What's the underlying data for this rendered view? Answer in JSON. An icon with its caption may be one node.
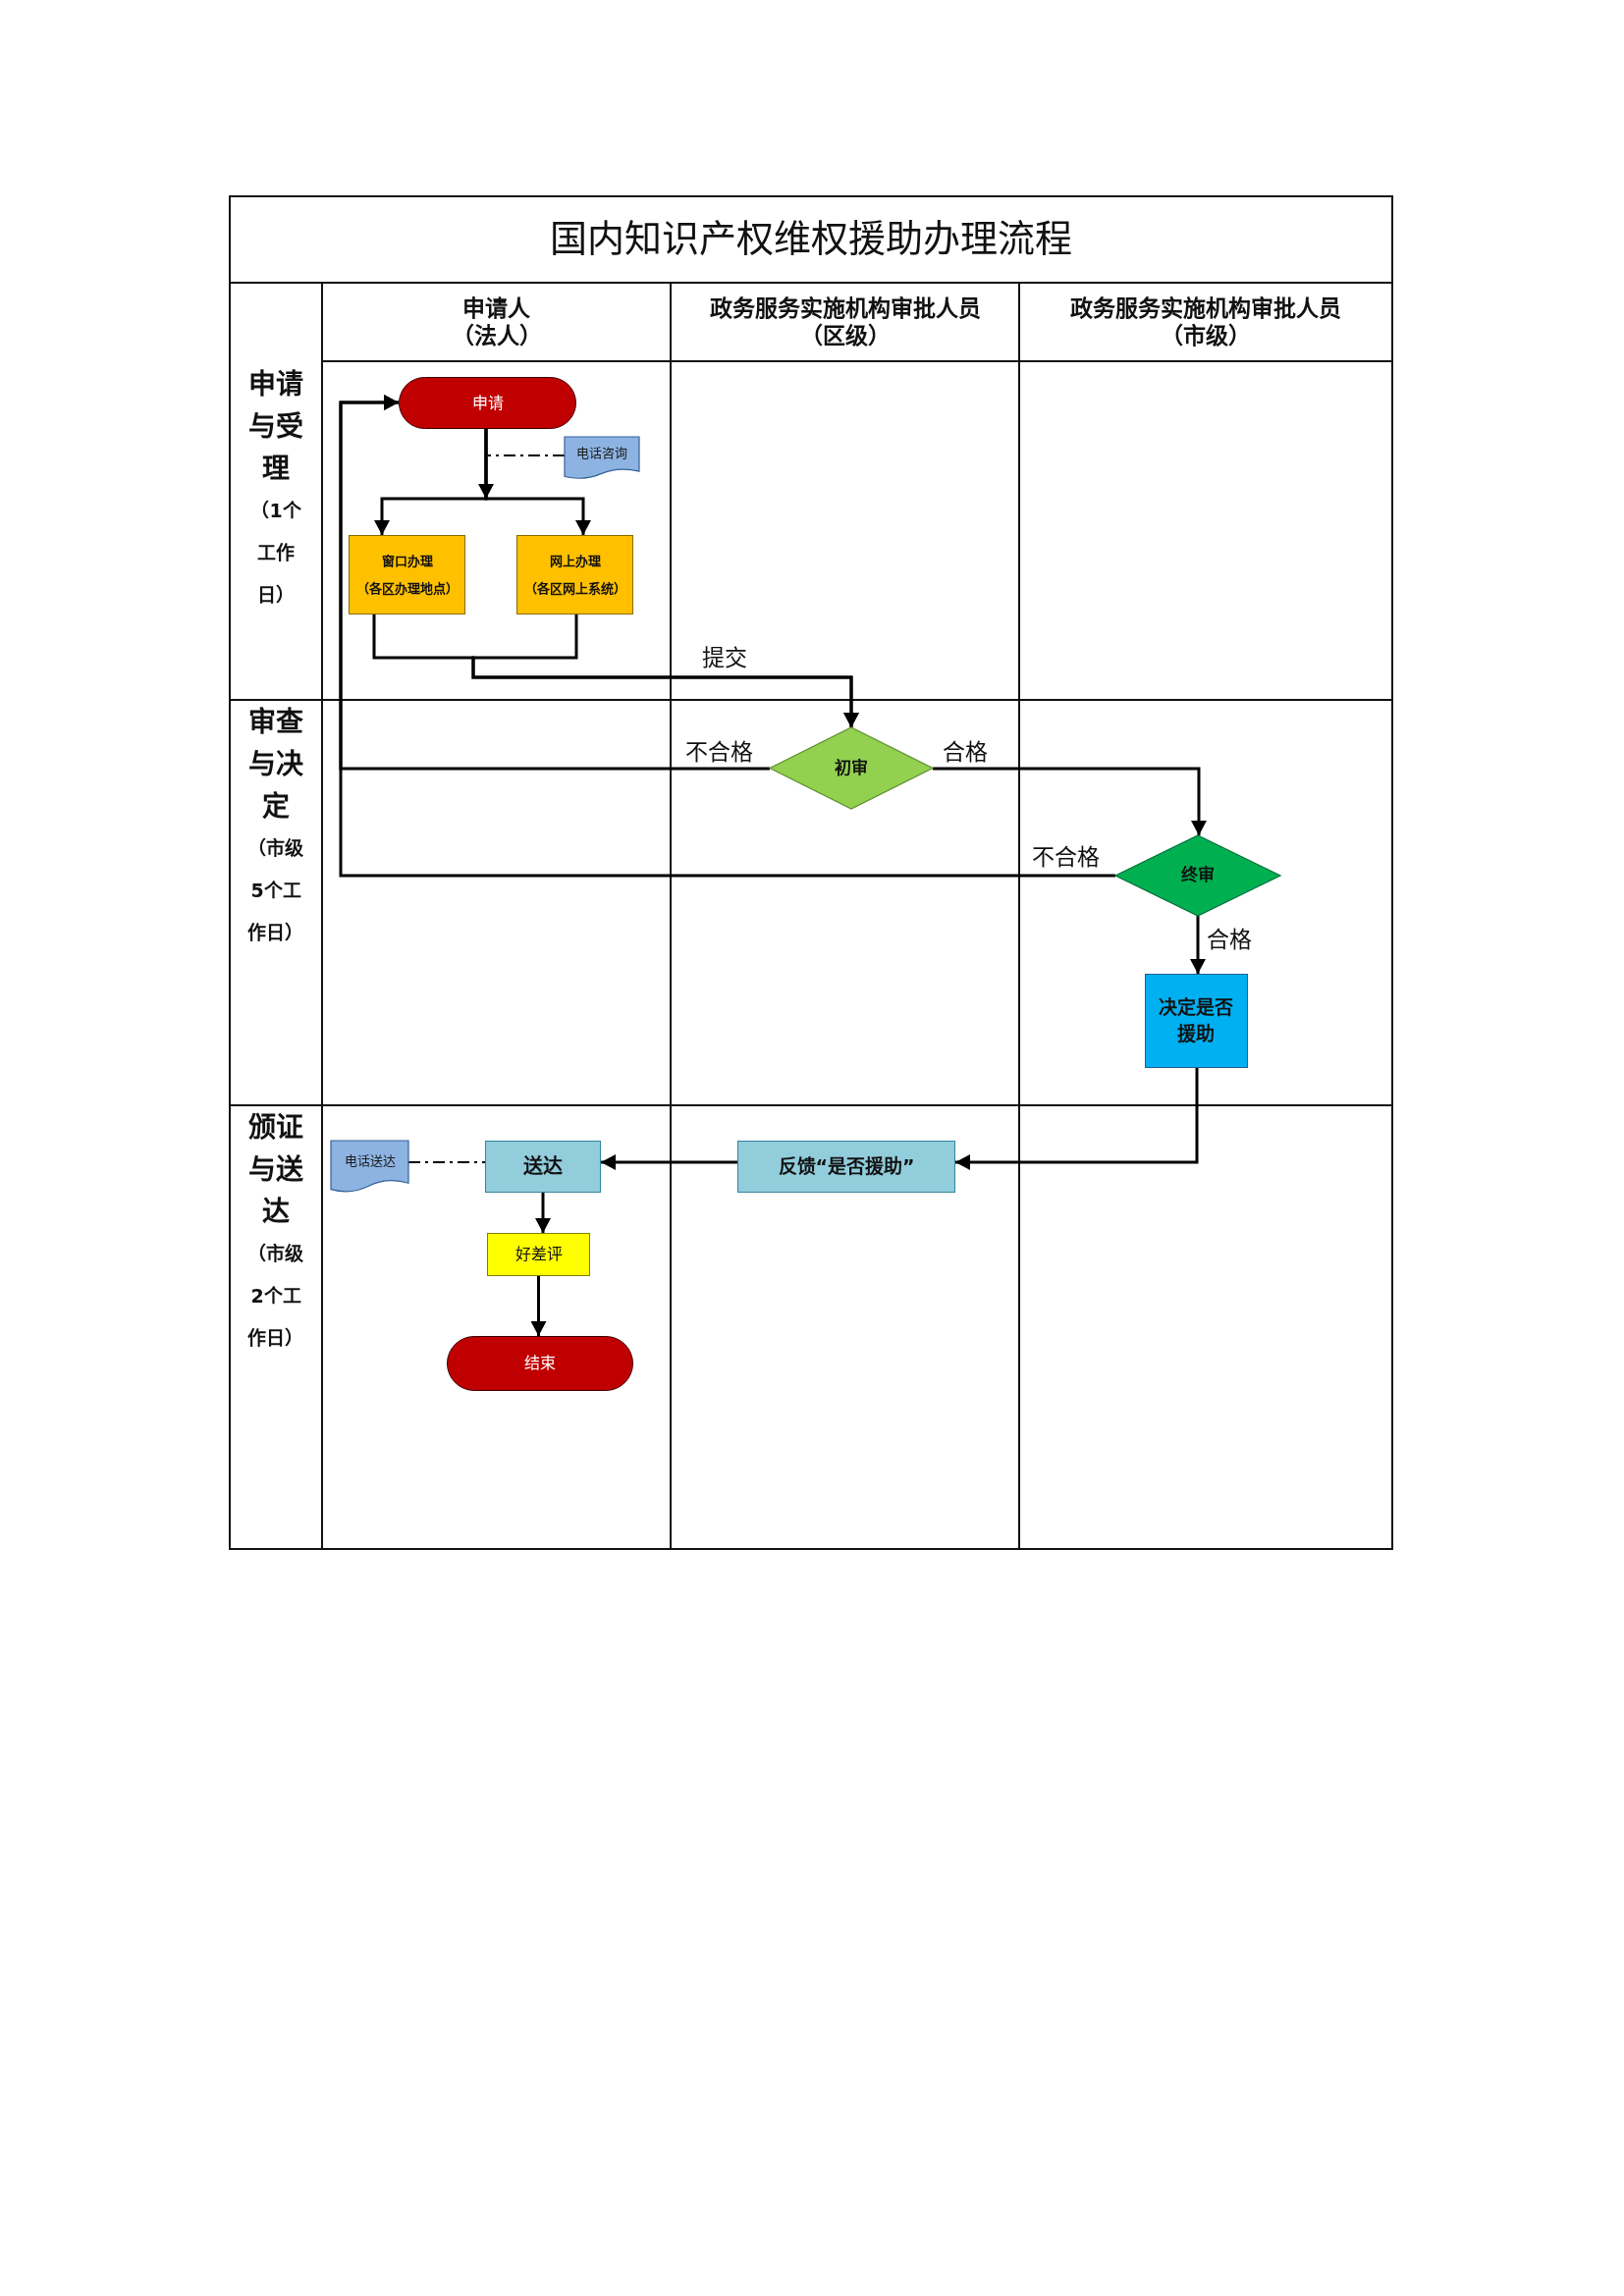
{
  "diagram": {
    "title": "国内知识产权维权援助办理流程",
    "nodes": [
      {
        "text": [
          "申请"
        ]
      },
      {
        "text": [
          "电话咨询"
        ]
      },
      {
        "text": [
          "窗口办理",
          "（各区办理地点）"
        ]
      },
      {
        "text": [
          "网上办理",
          "（各区网上系统）"
        ]
      },
      {
        "text": [
          "初审"
        ]
      },
      {
        "text": [
          "终审"
        ]
      },
      {
        "text": [
          "决定是否援助"
        ]
      },
      {
        "text": [
          "电话送达"
        ]
      },
      {
        "text": [
          "送达"
        ]
      },
      {
        "text": [
          "反馈“是否援助”"
        ]
      },
      {
        "text": [
          "好差评"
        ]
      },
      {
        "text": [
          "结束"
        ]
      }
    ],
    "edges": [
      {
        "from": 0,
        "to": 2,
        "arrow": "to"
      },
      {
        "from": 0,
        "to": 3,
        "arrow": "to"
      },
      {
        "from": 1,
        "to": 0,
        "arrow": "none",
        "style": "dashed"
      },
      {
        "from": 2,
        "to": 4,
        "arrow": "to",
        "label": "提交"
      },
      {
        "from": 3,
        "to": 4,
        "arrow": "to"
      },
      {
        "from": 4,
        "to": 5,
        "arrow": "to",
        "label": "合格"
      },
      {
        "from": 4,
        "to": 0,
        "arrow": "to",
        "label": "不合格"
      },
      {
        "from": 5,
        "to": 0,
        "arrow": "to",
        "label": "不合格"
      },
      {
        "from": 5,
        "to": 6,
        "arrow": "to",
        "label": "合格"
      },
      {
        "from": 6,
        "to": 9,
        "arrow": "to"
      },
      {
        "from": 9,
        "to": 8,
        "arrow": "to"
      },
      {
        "from": 7,
        "to": 8,
        "arrow": "none",
        "style": "dashed"
      },
      {
        "from": 8,
        "to": 10,
        "arrow": "to"
      },
      {
        "from": 10,
        "to": 11,
        "arrow": "to"
      }
    ],
    "labels": [
      "申请人（法人）",
      "政务服务实施机构审批人员（区级）",
      "政务服务实施机构审批人员（市级）",
      "申请与受理",
      "（1个工作日）",
      "审查与决定",
      "（市级5个工作日）",
      "颁证与送达",
      "（市级2个工作日）"
    ]
  }
}
